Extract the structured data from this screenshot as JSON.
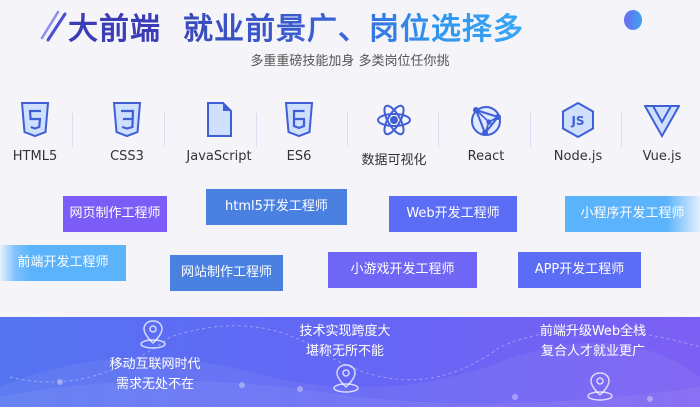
{
  "header": {
    "title_part1": "大前端",
    "title_part2": "就业前景广、岗位选择多",
    "subtitle": "多重重磅技能加身 多类岗位任你挑",
    "colors": {
      "title_dark": "#3b3db6",
      "title_blue": "#2f97ef"
    }
  },
  "tech_stack": [
    {
      "label": "HTML5",
      "icon": "html5-shield-icon"
    },
    {
      "label": "CSS3",
      "icon": "css3-shield-icon"
    },
    {
      "label": "JavaScript",
      "icon": "document-icon"
    },
    {
      "label": "ES6",
      "icon": "es6-shield-icon"
    },
    {
      "label": "数据可视化",
      "icon": "atom-icon"
    },
    {
      "label": "React",
      "icon": "react-network-icon"
    },
    {
      "label": "Node.js",
      "icon": "nodejs-hexagon-icon"
    },
    {
      "label": "Vue.js",
      "icon": "vue-logo-icon"
    }
  ],
  "job_tags": [
    {
      "label": "网页制作工程师",
      "color": "#7c5cf6"
    },
    {
      "label": "html5开发工程师",
      "color": "#4a80e0"
    },
    {
      "label": "Web开发工程师",
      "color": "#5b6cf5"
    },
    {
      "label": "小程序开发工程师",
      "color": "#5ab3fb"
    },
    {
      "label": "前端开发工程师",
      "color": "#5ab3fb"
    },
    {
      "label": "网站制作工程师",
      "color": "#4a80e0"
    },
    {
      "label": "小游戏开发工程师",
      "color": "#6f66f6"
    },
    {
      "label": "APP开发工程师",
      "color": "#5b6cf5"
    }
  ],
  "banner": {
    "points": [
      {
        "line1": "移动互联网时代",
        "line2": "需求无处不在"
      },
      {
        "line1": "技术实现跨度大",
        "line2": "堪称无所不能"
      },
      {
        "line1": "前端升级Web全栈",
        "line2": "复合人才就业更广"
      }
    ]
  }
}
